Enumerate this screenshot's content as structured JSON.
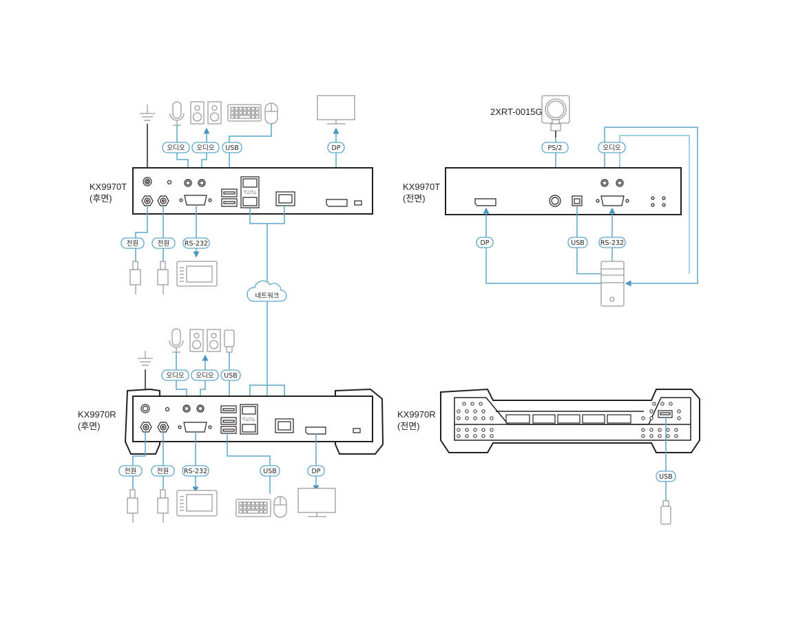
{
  "devices": {
    "kx_t_rear": {
      "model": "KX9970T",
      "view": "(후면)"
    },
    "kx_t_front": {
      "model": "KX9970T",
      "view": "(전면)"
    },
    "kx_r_rear": {
      "model": "KX9970R",
      "view": "(후면)"
    },
    "kx_r_front": {
      "model": "KX9970R",
      "view": "(전면)"
    }
  },
  "peripheral_labels": {
    "joystick": "2XRT-0015G"
  },
  "network_label": "네트워크",
  "connection_labels": {
    "audio": "오디오",
    "usb": "USB",
    "dp": "DP",
    "power": "전원",
    "rs232": "RS-232",
    "ps2": "PS/2"
  },
  "colors": {
    "wire": "#5aa6c8",
    "device_outline": "#231f20",
    "peripheral": "#9a9a9a"
  }
}
